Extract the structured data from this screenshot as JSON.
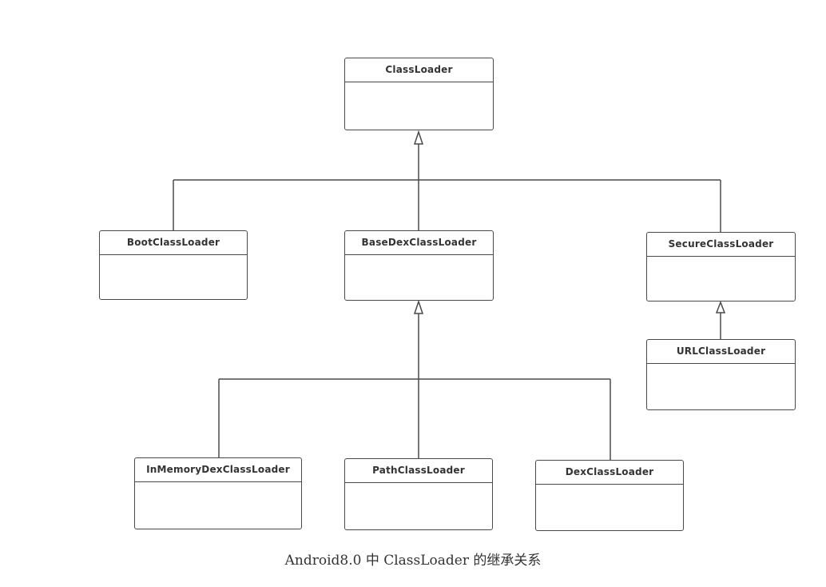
{
  "classes": {
    "class_loader": "ClassLoader",
    "boot_class_loader": "BootClassLoader",
    "base_dex_class_loader": "BaseDexClassLoader",
    "secure_class_loader": "SecureClassLoader",
    "url_class_loader": "URLClassLoader",
    "in_memory_dex_class_loader": "InMemoryDexClassLoader",
    "path_class_loader": "PathClassLoader",
    "dex_class_loader": "DexClassLoader"
  },
  "caption": "Android8.0 中 ClassLoader 的继承关系"
}
